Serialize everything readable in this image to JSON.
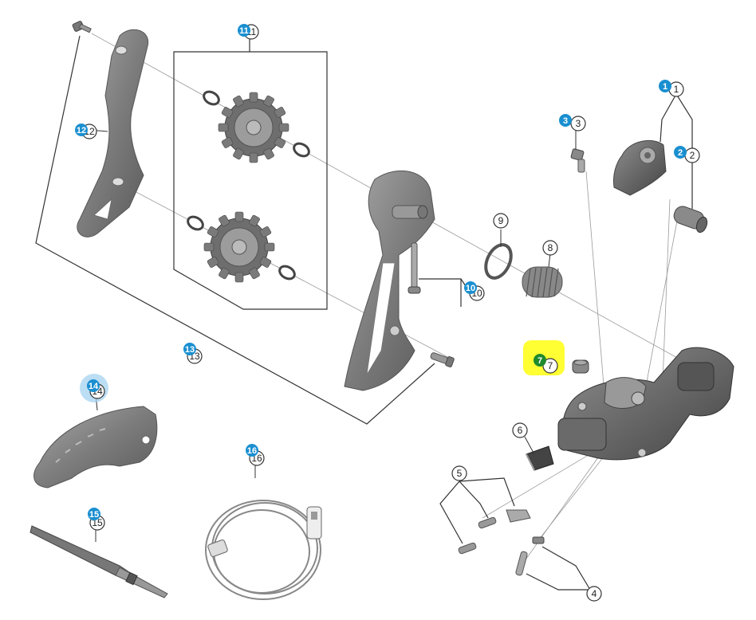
{
  "diagram": {
    "colors": {
      "background": "#ffffff",
      "part_fill": "#8a8a8a",
      "part_dark": "#5e5e5e",
      "part_light": "#b4b4b4",
      "line": "#3a3a3a",
      "badge_blue": "#1a8fd0",
      "badge_green": "#1e8a2c",
      "highlight_yellow": "#ffff33",
      "highlight_halo": "#9fd0f0"
    },
    "callouts": [
      {
        "id": "1",
        "label": "1",
        "badge": "1",
        "badge_color": "blue"
      },
      {
        "id": "2",
        "label": "2",
        "badge": "2",
        "badge_color": "blue"
      },
      {
        "id": "3",
        "label": "3",
        "badge": "3",
        "badge_color": "blue"
      },
      {
        "id": "4",
        "label": "4",
        "badge": "",
        "badge_color": ""
      },
      {
        "id": "5",
        "label": "5",
        "badge": "",
        "badge_color": ""
      },
      {
        "id": "6",
        "label": "6",
        "badge": "",
        "badge_color": ""
      },
      {
        "id": "7",
        "label": "7",
        "badge": "7",
        "badge_color": "green"
      },
      {
        "id": "8",
        "label": "8",
        "badge": "",
        "badge_color": ""
      },
      {
        "id": "9",
        "label": "9",
        "badge": "",
        "badge_color": ""
      },
      {
        "id": "10",
        "label": "10",
        "badge": "10",
        "badge_color": "blue"
      },
      {
        "id": "11",
        "label": "11",
        "badge": "11",
        "badge_color": "blue"
      },
      {
        "id": "12",
        "label": "12",
        "badge": "12",
        "badge_color": "blue"
      },
      {
        "id": "13",
        "label": "13",
        "badge": "13",
        "badge_color": "blue"
      },
      {
        "id": "14",
        "label": "14",
        "badge": "14",
        "badge_color": "blue"
      },
      {
        "id": "15",
        "label": "15",
        "badge": "15",
        "badge_color": "blue"
      },
      {
        "id": "16",
        "label": "16",
        "badge": "16",
        "badge_color": "blue"
      }
    ],
    "highlighted_callout": "7",
    "hovered_callout": "14"
  }
}
